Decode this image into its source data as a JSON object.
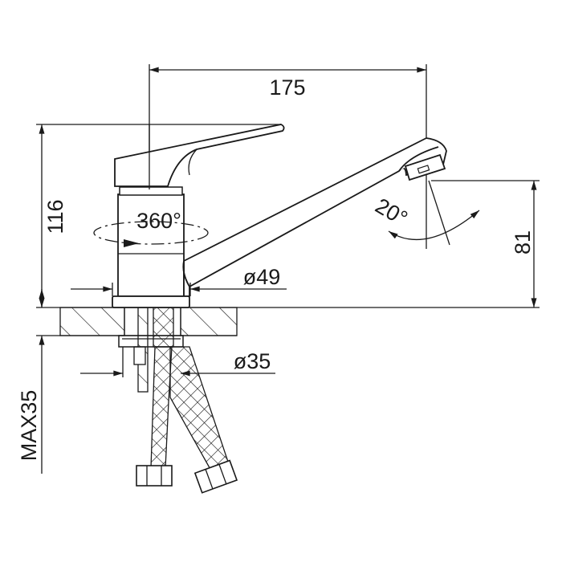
{
  "drawing": {
    "dimensions": {
      "spout_reach": "175",
      "total_height": "116",
      "spout_height": "81",
      "rotation": "360°",
      "aerator_angle": "20°",
      "body_diameter": "ø49",
      "hole_diameter": "ø35",
      "max_counter_thickness": "MAX35"
    },
    "colors": {
      "line": "#1a1a1a",
      "background": "#ffffff"
    }
  }
}
